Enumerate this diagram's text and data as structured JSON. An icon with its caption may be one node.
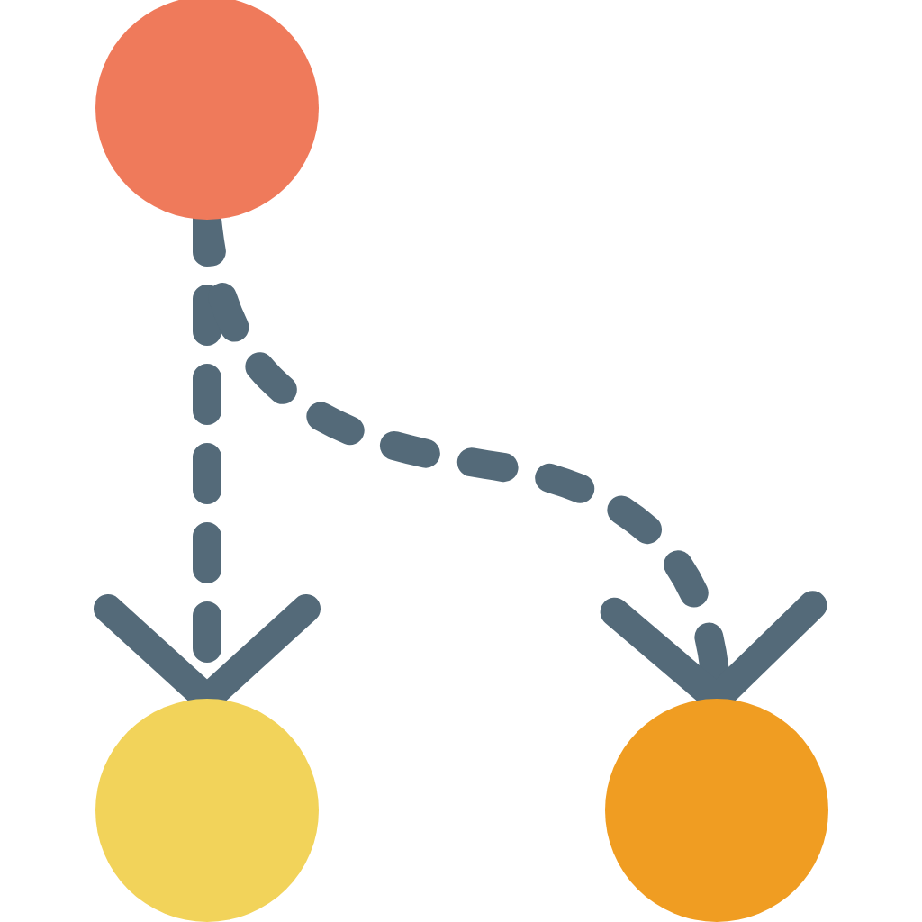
{
  "diagram": {
    "nodes": [
      {
        "text": [],
        "shape": "circle"
      },
      {
        "text": [],
        "shape": "circle"
      },
      {
        "text": [],
        "shape": "circle"
      }
    ],
    "edges": [
      {
        "from": 0,
        "to": 1,
        "arrow": "to",
        "style": "dashed"
      },
      {
        "from": 0,
        "to": 2,
        "arrow": "to",
        "style": "dashed"
      }
    ]
  }
}
